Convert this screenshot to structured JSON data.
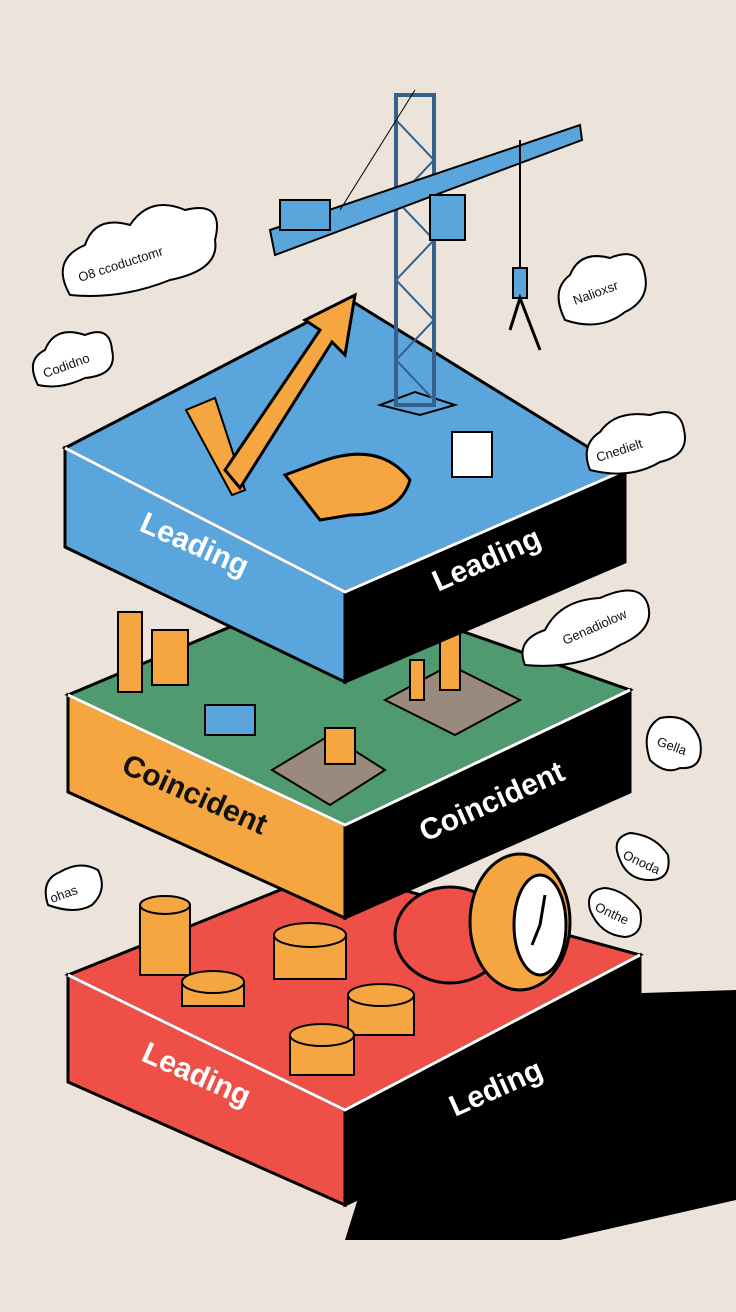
{
  "title": "Economic indicators stack illustration",
  "colors": {
    "background": "#ece4da",
    "leading_top": "#5aa6dc",
    "coincident_top": "#4f9a6e",
    "coincident_face": "#f6a641",
    "lagging_top": "#ee5048",
    "dark_face": "#000000",
    "accent_orange": "#f6a641"
  },
  "layers": [
    {
      "name": "top",
      "left_label": "Leading",
      "right_label": "Leading"
    },
    {
      "name": "middle",
      "left_label": "Coincident",
      "right_label": "Coincident"
    },
    {
      "name": "bottom",
      "left_label": "Leading",
      "right_label": "Leding"
    }
  ],
  "clouds": [
    {
      "text": "O8 ccoductomr"
    },
    {
      "text": "Codidno"
    },
    {
      "text": "Nalioxsr"
    },
    {
      "text": "Cnedielt"
    },
    {
      "text": "Genadiolow"
    },
    {
      "text": "Gella"
    },
    {
      "text": "ohas"
    },
    {
      "text": "Onoda"
    },
    {
      "text": "Onthe"
    }
  ],
  "icons": [
    "crane-icon",
    "growth-arrow-icon",
    "factory-icon",
    "workers-icon",
    "coin-stack-icon",
    "clock-icon"
  ]
}
